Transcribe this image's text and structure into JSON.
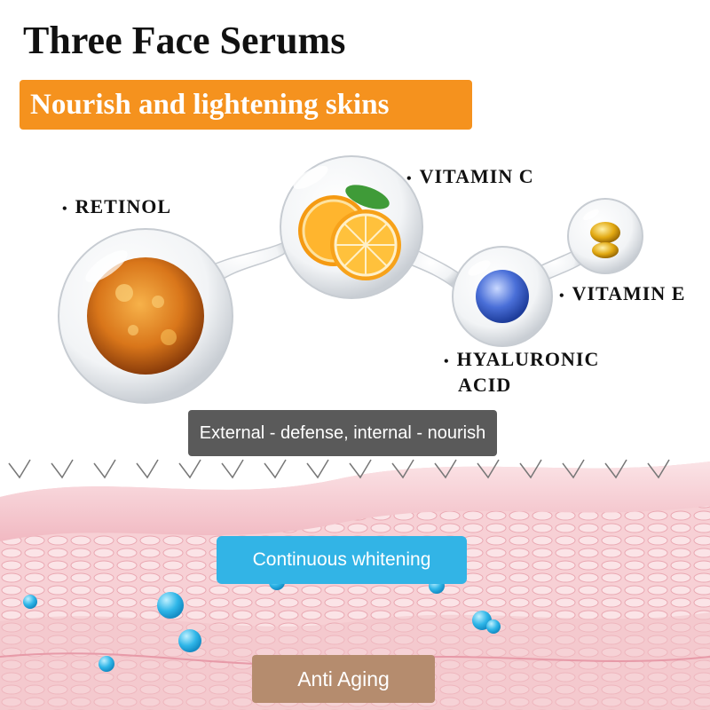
{
  "title": "Three Face Serums",
  "subtitle": "Nourish and lightening skins",
  "ingredients": {
    "retinol": "RETINOL",
    "vitamin_c": "VITAMIN C",
    "vitamin_e": "VITAMIN E",
    "hyaluronic_line1": "HYALURONIC",
    "hyaluronic_line2": "ACID"
  },
  "bullet": "•",
  "labels": {
    "defense": "External - defense, internal - nourish",
    "whitening": "Continuous whitening",
    "aging": "Anti Aging"
  },
  "colors": {
    "orange": "#f5921e",
    "dark_gray": "#5a5a5a",
    "cyan": "#32b4e6",
    "tan": "#b58c6e",
    "skin_pink": "#f4c4cc"
  }
}
